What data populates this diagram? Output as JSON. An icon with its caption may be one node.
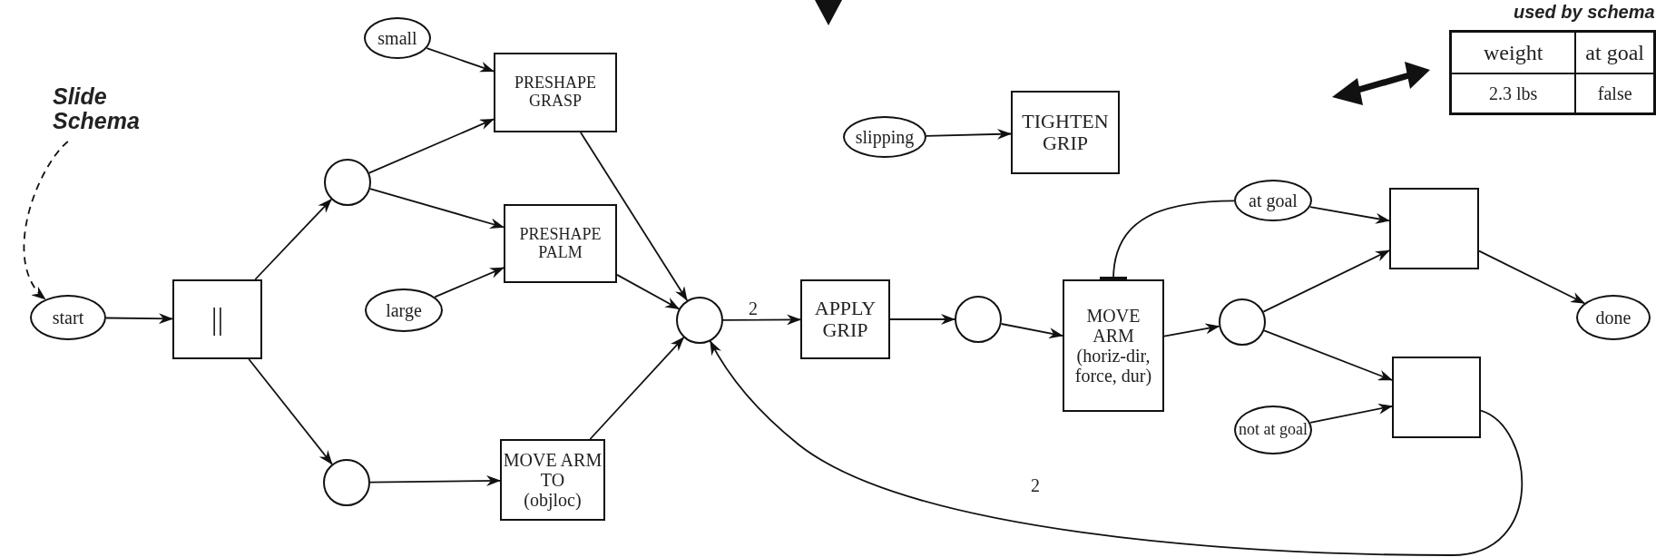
{
  "diagram": {
    "nodes": [
      {
        "text": [
          "Slide Schema"
        ]
      },
      {
        "text": [
          "small"
        ]
      },
      {
        "text": [
          "PRESHAPE GRASP"
        ]
      },
      {
        "text": [],
        "shape": "circle"
      },
      {
        "text": [
          "start"
        ]
      },
      {
        "text": [
          "||"
        ]
      },
      {
        "text": [
          "PRESHAPE PALM"
        ]
      },
      {
        "text": [
          "large"
        ]
      },
      {
        "text": [],
        "shape": "circle"
      },
      {
        "text": [
          "MOVE ARM TO",
          "(objloc)"
        ]
      },
      {
        "text": [],
        "shape": "circle"
      },
      {
        "text": [
          "APPLY GRIP"
        ]
      },
      {
        "text": [],
        "shape": "circle"
      },
      {
        "text": [
          "slipping"
        ]
      },
      {
        "text": [
          "TIGHTEN GRIP"
        ]
      },
      {
        "text": [
          "MOVE ARM",
          "(horiz-dir, force, dur)"
        ]
      },
      {
        "text": [
          "at goal"
        ]
      },
      {
        "text": [],
        "shape": "circle"
      },
      {
        "text": [],
        "shape": "box"
      },
      {
        "text": [],
        "shape": "box"
      },
      {
        "text": [
          "not at goal"
        ]
      },
      {
        "text": [
          "done"
        ]
      }
    ],
    "edges": [
      {
        "from": 0,
        "to": 4,
        "arrow": "to",
        "style": "dashed"
      },
      {
        "from": 4,
        "to": 5,
        "arrow": "to"
      },
      {
        "from": 5,
        "to": 3,
        "arrow": "to"
      },
      {
        "from": 5,
        "to": 8,
        "arrow": "to"
      },
      {
        "from": 1,
        "to": 2,
        "arrow": "to"
      },
      {
        "from": 3,
        "to": 2,
        "arrow": "to"
      },
      {
        "from": 3,
        "to": 6,
        "arrow": "to"
      },
      {
        "from": 7,
        "to": 6,
        "arrow": "to"
      },
      {
        "from": 8,
        "to": 9,
        "arrow": "to"
      },
      {
        "from": 2,
        "to": 10,
        "arrow": "to"
      },
      {
        "from": 6,
        "to": 10,
        "arrow": "to"
      },
      {
        "from": 9,
        "to": 10,
        "arrow": "to"
      },
      {
        "from": 10,
        "to": 11,
        "arrow": "to",
        "label": "2"
      },
      {
        "from": 11,
        "to": 12,
        "arrow": "to"
      },
      {
        "from": 12,
        "to": 15,
        "arrow": "to"
      },
      {
        "from": 13,
        "to": 14,
        "arrow": "to"
      },
      {
        "from": 16,
        "to": 15,
        "arrow": "other"
      },
      {
        "from": 15,
        "to": 17,
        "arrow": "to"
      },
      {
        "from": 16,
        "to": 18,
        "arrow": "to"
      },
      {
        "from": 17,
        "to": 18,
        "arrow": "to"
      },
      {
        "from": 17,
        "to": 19,
        "arrow": "to"
      },
      {
        "from": 20,
        "to": 19,
        "arrow": "to"
      },
      {
        "from": 18,
        "to": 21,
        "arrow": "to"
      },
      {
        "from": 19,
        "to": 10,
        "arrow": "to",
        "label": "2"
      }
    ],
    "labels": [
      "used by schema",
      "weight",
      "at goal",
      "2.3 lbs",
      "false"
    ]
  }
}
